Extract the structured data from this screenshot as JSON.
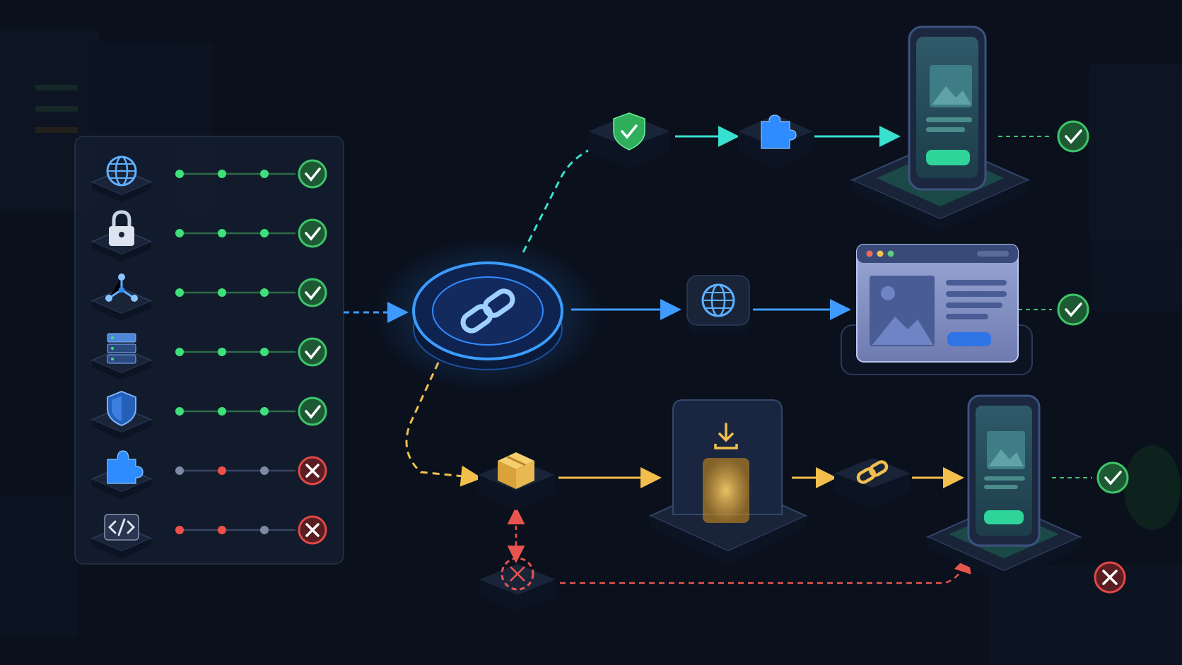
{
  "colors": {
    "background": "#0a101c",
    "panel": "#141d2f",
    "tile_top": "#1a2439",
    "tile_side": "#0c1322",
    "hub_blue": "#2f8cff",
    "cyan_path": "#38e0d0",
    "blue_path": "#3f9bff",
    "yellow_path": "#f2bf4d",
    "red_path": "#e8554f",
    "success": "#3ec46a",
    "failure": "#e04848",
    "dot_green": "#3ee07a",
    "dot_red": "#f0504a",
    "dot_gray": "#7d8aa6"
  },
  "checklist": {
    "rows": [
      {
        "icon": "globe-icon",
        "dots": [
          "green",
          "green",
          "green"
        ],
        "status": "success"
      },
      {
        "icon": "lock-icon",
        "dots": [
          "green",
          "green",
          "green"
        ],
        "status": "success"
      },
      {
        "icon": "network-icon",
        "dots": [
          "green",
          "green",
          "green"
        ],
        "status": "success"
      },
      {
        "icon": "server-icon",
        "dots": [
          "green",
          "green",
          "green"
        ],
        "status": "success"
      },
      {
        "icon": "shield-icon",
        "dots": [
          "green",
          "green",
          "green"
        ],
        "status": "success"
      },
      {
        "icon": "puzzle-icon",
        "dots": [
          "gray",
          "red",
          "gray"
        ],
        "status": "failure"
      },
      {
        "icon": "code-icon",
        "dots": [
          "red",
          "red",
          "gray"
        ],
        "status": "failure"
      }
    ]
  },
  "hub": {
    "icon": "chain-link-icon"
  },
  "routes": [
    {
      "path": "cyan",
      "steps": [
        "shield-check-icon",
        "puzzle-icon",
        "mobile-phone"
      ],
      "result": "success"
    },
    {
      "path": "blue",
      "steps": [
        "globe-icon",
        "browser-window"
      ],
      "result": "success"
    },
    {
      "path": "yellow",
      "steps": [
        "package-icon",
        "download-gate-icon",
        "chain-link-icon",
        "mobile-phone"
      ],
      "result": "success"
    },
    {
      "path": "red",
      "steps": [
        "broken-target-icon",
        "mobile-phone"
      ],
      "result": "failure"
    }
  ]
}
